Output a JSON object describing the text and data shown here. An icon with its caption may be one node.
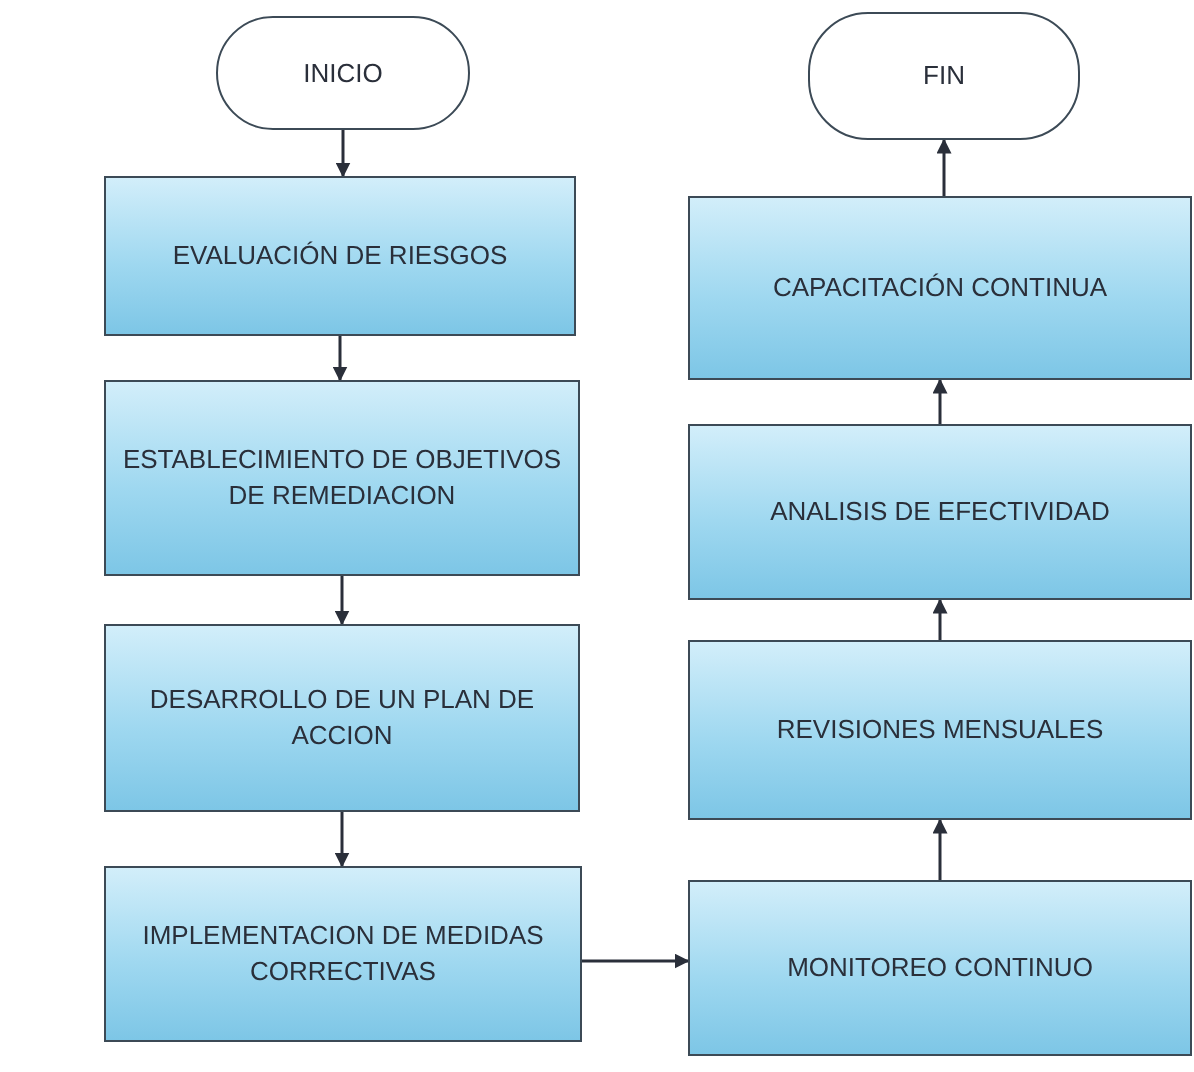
{
  "diagram": {
    "nodes": [
      {
        "text": [
          "INICIO"
        ]
      },
      {
        "text": [
          "EVALUACIÓN DE RIESGOS"
        ]
      },
      {
        "text": [
          "ESTABLECIMIENTO DE OBJETIVOS DE REMEDIACION"
        ]
      },
      {
        "text": [
          "DESARROLLO DE UN PLAN DE ACCION"
        ]
      },
      {
        "text": [
          "IMPLEMENTACION DE MEDIDAS CORRECTIVAS"
        ]
      },
      {
        "text": [
          "FIN"
        ]
      },
      {
        "text": [
          "CAPACITACIÓN CONTINUA"
        ]
      },
      {
        "text": [
          "ANALISIS DE EFECTIVIDAD"
        ]
      },
      {
        "text": [
          "REVISIONES MENSUALES"
        ]
      },
      {
        "text": [
          "MONITOREO CONTINUO"
        ]
      }
    ],
    "edges": [
      {
        "from": 0,
        "to": 1,
        "arrow": "to"
      },
      {
        "from": 1,
        "to": 2,
        "arrow": "to"
      },
      {
        "from": 2,
        "to": 3,
        "arrow": "to"
      },
      {
        "from": 3,
        "to": 4,
        "arrow": "to"
      },
      {
        "from": 4,
        "to": 9,
        "arrow": "to"
      },
      {
        "from": 9,
        "to": 8,
        "arrow": "to"
      },
      {
        "from": 8,
        "to": 7,
        "arrow": "to"
      },
      {
        "from": 7,
        "to": 6,
        "arrow": "to"
      },
      {
        "from": 6,
        "to": 5,
        "arrow": "to"
      }
    ]
  }
}
